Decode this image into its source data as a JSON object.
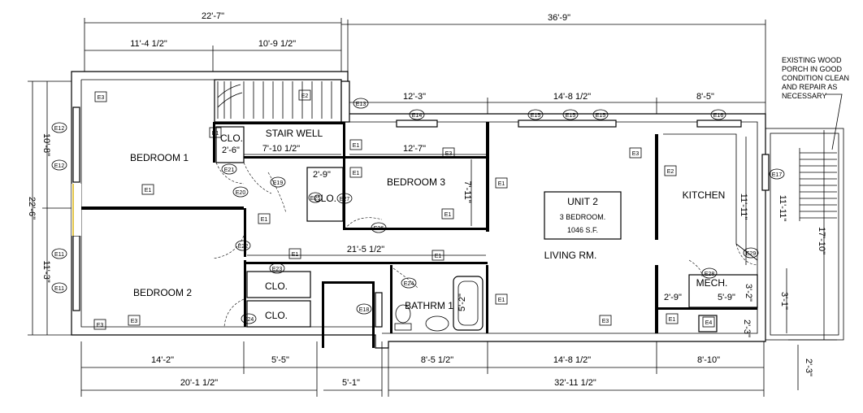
{
  "dimensions": {
    "top_left_total": "22'-7\"",
    "top_right_total": "36'-9\"",
    "top_seg_1": "11'-4 1/2\"",
    "top_seg_2": "10'-9 1/2\"",
    "window_seg_1": "12'-3\"",
    "window_seg_2": "14'-8 1/2\"",
    "window_seg_3": "8'-5\"",
    "left_total": "22'-6\"",
    "left_upper": "10'-8\"",
    "left_lower": "11'-3\"",
    "stair_width": "7'-10 1/2\"",
    "closet1_w": "2'-6\"",
    "hall_upper": "12'-7\"",
    "closet3_w": "2'-9\"",
    "bedroom3_depth": "7'-11\"",
    "hall_lower": "21'-5 1/2\"",
    "bath_tub": "5'-2\"",
    "kitchen_depth": "11'-11\"",
    "porch_stair": "11'-11\"",
    "porch_total": "17'-10\"",
    "mech_h": "3'-2\"",
    "mech_w": "5'-9\"",
    "mech_small": "2'-9\"",
    "porch_small": "3'-1\"",
    "mech_lower": "2'-3\"",
    "porch_step": "2'-3\"",
    "bottom_seg_1": "14'-2\"",
    "bottom_seg_2": "5'-5\"",
    "bottom_seg_3": "8'-5 1/2\"",
    "bottom_seg_4": "14'-8 1/2\"",
    "bottom_seg_5": "8'-10\"",
    "bottom_total_left": "20'-1 1/2\"",
    "bottom_entry": "5'-1\"",
    "bottom_total_right": "32'-11 1/2\""
  },
  "rooms": {
    "bedroom1": "BEDROOM 1",
    "bedroom2": "BEDROOM 2",
    "bedroom3": "BEDROOM 3",
    "stairwell": "STAIR WELL",
    "closet_a": "CLO.",
    "closet_b": "CLO.",
    "closet_c": "CLO.",
    "closet_d": "CLO.",
    "kitchen": "KITCHEN",
    "living": "LIVING RM.",
    "bathroom": "BATHRM 1",
    "mech": "MECH."
  },
  "unit_box": {
    "title": "UNIT 2",
    "bedrooms": "3 BEDROOM.",
    "area": "1046 S.F."
  },
  "porch_note": [
    "EXISTING WOOD",
    "PORCH IN GOOD",
    "CONDITION CLEAN",
    "AND REPAIR AS",
    "NECESSARY"
  ],
  "tags": {
    "E1": "E1",
    "E2": "E2",
    "E3": "E3",
    "E4": "E4",
    "E11": "E11",
    "E12": "E12",
    "E13": "E13",
    "E14": "E14",
    "E15": "E15",
    "E16": "E16",
    "E17": "E17",
    "E18": "E18",
    "E19": "E19",
    "E20": "E20",
    "E21": "E21",
    "E22": "E22",
    "E23": "E23",
    "E24": "E24",
    "E25": "E25",
    "E26": "E26",
    "E27": "E27",
    "E28": "E28",
    "E29": "E29"
  }
}
